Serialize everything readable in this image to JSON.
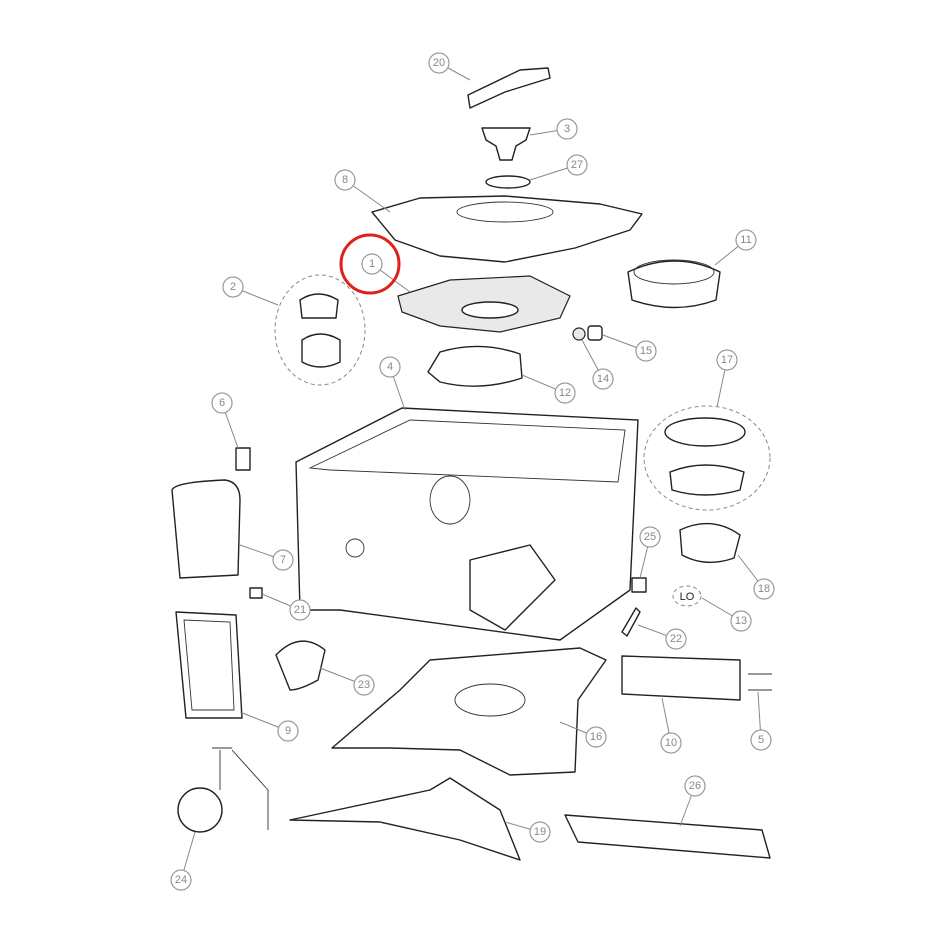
{
  "diagram": {
    "type": "exploded-parts-diagram",
    "highlighted_callout": "1",
    "highlight_color": "#e0201c",
    "callouts": [
      "20",
      "3",
      "27",
      "8",
      "11",
      "1",
      "2",
      "15",
      "14",
      "12",
      "4",
      "17",
      "6",
      "25",
      "18",
      "13",
      "7",
      "21",
      "22",
      "23",
      "9",
      "10",
      "5",
      "16",
      "26",
      "19",
      "24"
    ],
    "handwritten_mark": "LO"
  }
}
